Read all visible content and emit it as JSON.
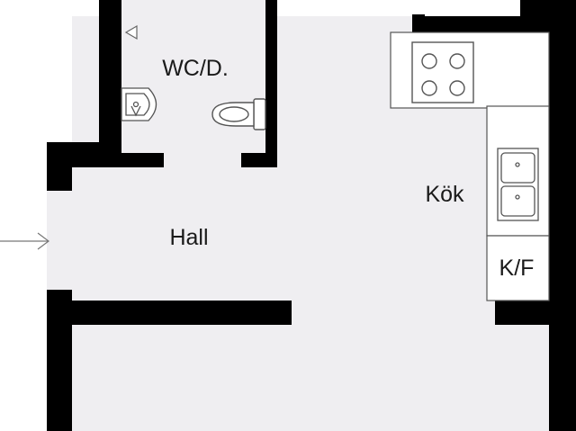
{
  "rooms": {
    "wc": "WC/D.",
    "hall": "Hall",
    "kitchen": "Kök",
    "fridge": "K/F"
  },
  "colors": {
    "wall": "#000000",
    "floor": "#efeef1",
    "fixture_fill": "#ffffff",
    "fixture_stroke": "#555555"
  },
  "icons": {
    "entrance": "arrow-right-icon",
    "door_marker": "triangle-left-icon",
    "washbasin": "washbasin-icon",
    "toilet": "toilet-icon",
    "stove": "stove-icon",
    "sink": "double-sink-icon"
  }
}
